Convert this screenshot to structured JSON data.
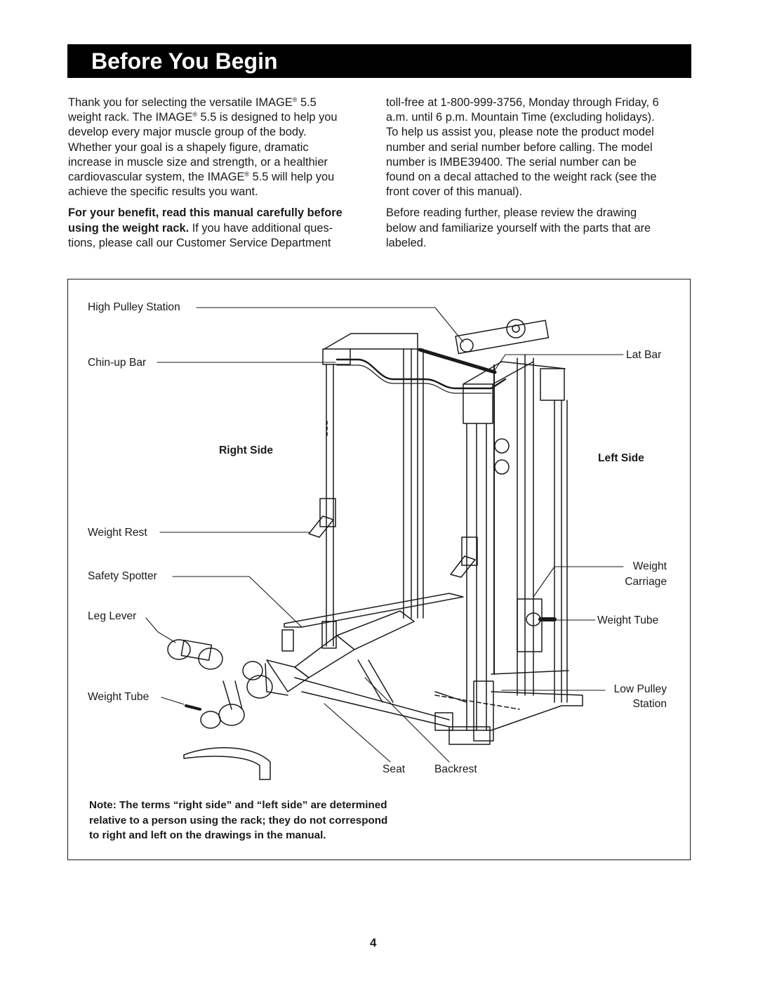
{
  "header": {
    "title": "Before You Begin"
  },
  "left_column": {
    "intro_lines": [
      [
        "Thank you for selecting the versatile IMAGE",
        "®",
        " 5.5"
      ],
      [
        "weight rack. The IMAGE",
        "®",
        " 5.5 is designed to help you"
      ],
      [
        "develop every major muscle group of the body.",
        "",
        ""
      ],
      [
        "Whether your goal is a shapely figure, dramatic",
        "",
        ""
      ],
      [
        "increase in muscle size and strength, or a healthier",
        "",
        ""
      ],
      [
        "cardiovascular system, the IMAGE",
        "®",
        " 5.5 will help you"
      ],
      [
        "achieve the specific results you want.",
        "",
        ""
      ]
    ],
    "benefit_bold_1": "For your benefit, read this manual carefully before",
    "benefit_bold_2": "using the weight rack.",
    "benefit_rest_2": " If you have additional ques-",
    "benefit_line_3": "tions, please call our Customer Service Department"
  },
  "right_column": {
    "lines_1": [
      "toll-free at 1-800-999-3756, Monday through Friday, 6",
      "a.m. until 6 p.m. Mountain Time (excluding holidays).",
      "To help us assist you, please note the product model",
      "number and serial number before calling. The model",
      "number is IMBE39400. The serial number can be",
      "found on a decal attached to the weight rack (see the",
      "front cover of this manual)."
    ],
    "lines_2": [
      "Before reading further, please review the drawing",
      "below and familiarize yourself with the parts that are",
      "labeled."
    ]
  },
  "diagram": {
    "labels": {
      "high_pulley_station": "High Pulley Station",
      "chin_up_bar": "Chin-up Bar",
      "lat_bar": "Lat Bar",
      "right_side": "Right Side",
      "left_side": "Left Side",
      "weight_rest": "Weight Rest",
      "safety_spotter": "Safety Spotter",
      "weight_carriage_1": "Weight",
      "weight_carriage_2": "Carriage",
      "leg_lever": "Leg Lever",
      "weight_tube_right": "Weight Tube",
      "weight_tube_left": "Weight Tube",
      "low_pulley_1": "Low Pulley",
      "low_pulley_2": "Station",
      "seat": "Seat",
      "backrest": "Backrest"
    }
  },
  "note": {
    "lines": [
      "Note: The terms “right side” and “left side” are determined",
      "relative to a person using the rack; they do not correspond",
      "to right and left on the drawings in the manual."
    ]
  },
  "page_number": "4"
}
